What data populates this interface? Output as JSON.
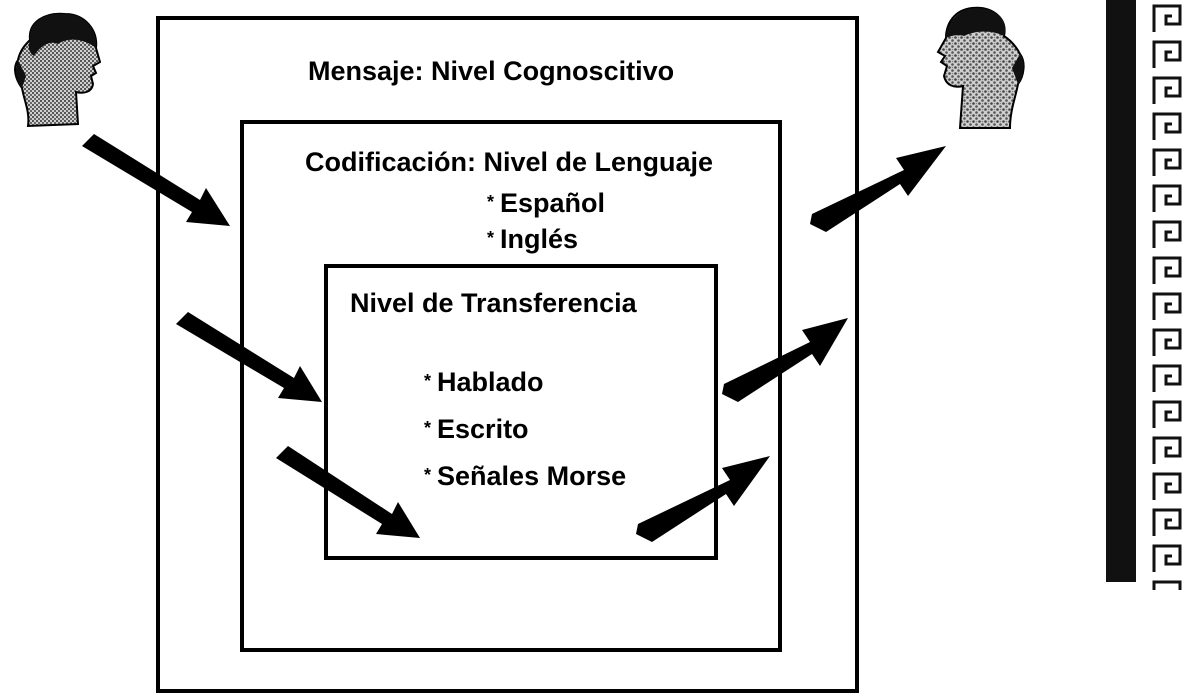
{
  "diagram": {
    "outer_title": "Mensaje: Nivel Cognoscitivo",
    "middle_title": "Codificación: Nivel de Lenguaje",
    "languages": [
      "Español",
      "Inglés"
    ],
    "inner_title": "Nivel de Transferencia",
    "media": [
      "Hablado",
      "Escrito",
      "Señales Morse"
    ],
    "bullet": "*"
  },
  "icons": {
    "sender": "person-head-icon",
    "receiver": "person-head-icon",
    "arrows": "arrow-icon",
    "border": "greek-key-border"
  }
}
